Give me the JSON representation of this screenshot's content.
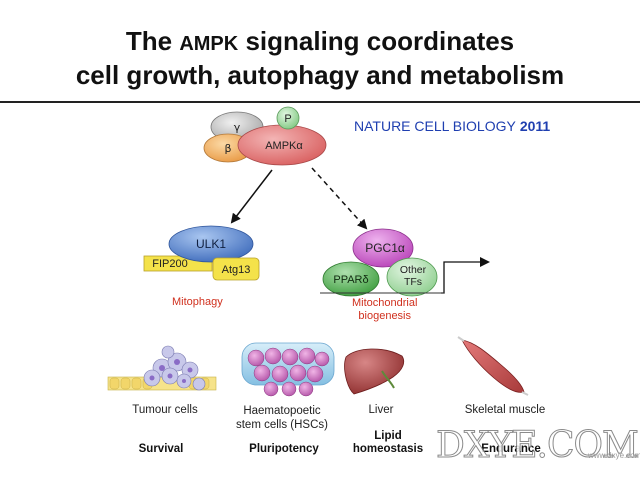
{
  "title": {
    "line1_pre": "The",
    "line1_small": "AMPK",
    "line1_post": "signaling coordinates",
    "line2": "cell growth, autophagy and metabolism"
  },
  "source": {
    "journal": "NATURE CELL BIOLOGY",
    "year": "2011"
  },
  "complex": {
    "gamma": "γ",
    "beta": "β",
    "alpha": "AMPKα",
    "phospho": "P"
  },
  "ulk": {
    "ulk1": "ULK1",
    "fip200": "FIP200",
    "atg13": "Atg13",
    "outcome": "Mitophagy"
  },
  "pgc": {
    "pgc1a": "PGC1α",
    "ppard": "PPARδ",
    "other_tfs_1": "Other",
    "other_tfs_2": "TFs",
    "outcome_1": "Mitochondrial",
    "outcome_2": "biogenesis"
  },
  "tissues": [
    {
      "name_1": "Tumour cells",
      "name_2": "",
      "role_1": "",
      "role_2": "Survival"
    },
    {
      "name_1": "Haematopoetic",
      "name_2": "stem cells (HSCs)",
      "role_1": "",
      "role_2": "Pluripotency"
    },
    {
      "name_1": "Liver",
      "name_2": "",
      "role_1": "Lipid",
      "role_2": "homeostasis"
    },
    {
      "name_1": "Skeletal muscle",
      "name_2": "",
      "role_1": "",
      "role_2": "Endurance"
    }
  ],
  "watermark": {
    "text": "DXYE.COM",
    "sub": "www.dxye.com"
  },
  "colors": {
    "ulk_blue": "#4a79c8",
    "pgc_purple": "#c44bc4",
    "ppar_green": "#4cae4c",
    "yellow": "#f4e24a",
    "red_label": "#d0301e",
    "source_blue": "#1f3fb0"
  }
}
